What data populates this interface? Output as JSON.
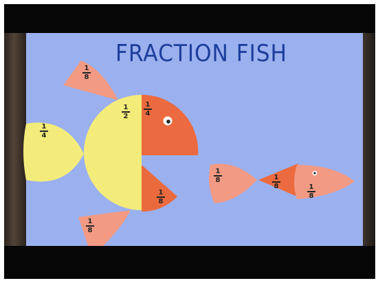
{
  "poster": {
    "title": "FRACTION FISH"
  },
  "labels": {
    "top_fin": {
      "num": "1",
      "den": "8"
    },
    "tail": {
      "num": "1",
      "den": "4"
    },
    "body_half": {
      "num": "1",
      "den": "2"
    },
    "head_quarter": {
      "num": "1",
      "den": "4"
    },
    "jaw": {
      "num": "1",
      "den": "8"
    },
    "bottom_fin": {
      "num": "1",
      "den": "8"
    },
    "small_tail": {
      "num": "1",
      "den": "8"
    },
    "small_body_left": {
      "num": "1",
      "den": "8"
    },
    "small_body_right": {
      "num": "1",
      "den": "8"
    }
  },
  "colors": {
    "poster_blue": "#9bb0ee",
    "yellow": "#f4ec7a",
    "orange": "#ec6a3f",
    "pink": "#f29a84",
    "title_blue": "#1d3e9c"
  }
}
